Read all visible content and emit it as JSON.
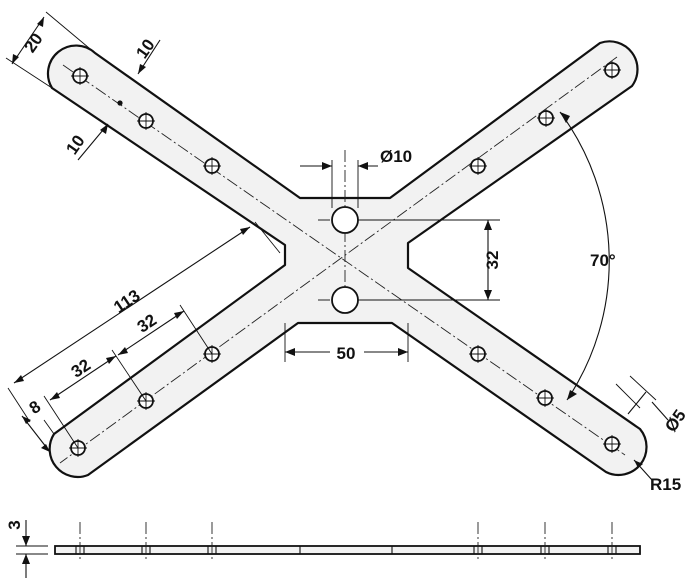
{
  "dimensions": {
    "width_20": "20",
    "width_10_top": "10",
    "width_10_left": "10",
    "hole_dia": "Ø10",
    "vertical_32": "32",
    "angle": "70°",
    "length_113": "113",
    "spacing_32_a": "32",
    "spacing_32_b": "32",
    "edge_8": "8",
    "center_width_50": "50",
    "small_hole_dia": "Ø5",
    "end_radius": "R15",
    "thickness_3": "3"
  },
  "colors": {
    "plate_fill": "#f2f2f2",
    "line": "#111111",
    "background": "#ffffff"
  }
}
